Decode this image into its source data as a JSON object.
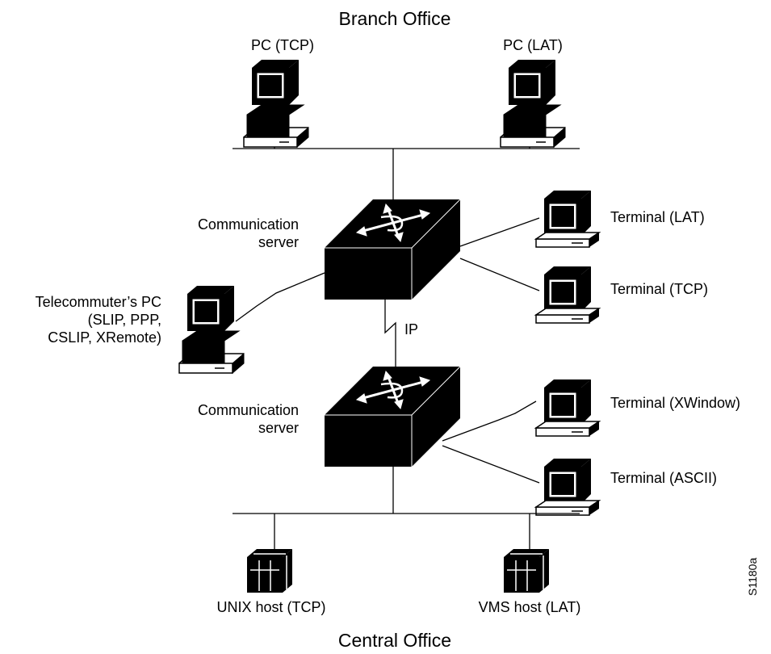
{
  "titles": {
    "top": "Branch Office",
    "bottom": "Central Office"
  },
  "labels": {
    "pc_tcp": "PC (TCP)",
    "pc_lat": "PC (LAT)",
    "comm_server_1_line1": "Communication",
    "comm_server_1_line2": "server",
    "comm_server_2_line1": "Communication",
    "comm_server_2_line2": "server",
    "terminal_lat": "Terminal (LAT)",
    "terminal_tcp": "Terminal (TCP)",
    "telecommuter_line1": "Telecommuter’s PC",
    "telecommuter_line2": "(SLIP, PPP,",
    "telecommuter_line3": "CSLIP, XRemote)",
    "ip_link": "IP",
    "terminal_xwindow": "Terminal (XWindow)",
    "terminal_ascii": "Terminal (ASCII)",
    "unix_host": "UNIX host (TCP)",
    "vms_host": "VMS host (LAT)",
    "figure_id": "S1180a"
  },
  "icons": {
    "pc": "desktop-pc-icon",
    "terminal": "terminal-icon",
    "server": "communication-server-icon",
    "host": "host-icon"
  }
}
